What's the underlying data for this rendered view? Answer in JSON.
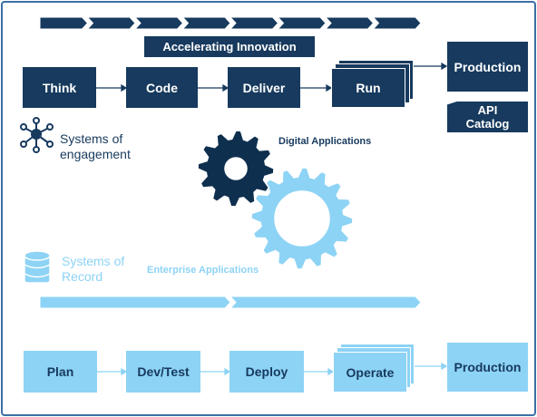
{
  "colors": {
    "dark": "#173a5e",
    "light": "#8dd3f5",
    "gear_dark": "#0f2f4f",
    "gear_light": "#8dd3f5",
    "frame": "#3b6fa5"
  },
  "top": {
    "banner_label": "Accelerating Innovation",
    "steps": [
      "Think",
      "Code",
      "Deliver",
      "Run"
    ],
    "production": "Production",
    "api_catalog": "API\nCatalog",
    "systems_label": "Systems of\nengagement",
    "systems_icon": "network-icon",
    "digital_apps": "Digital Applications"
  },
  "bottom": {
    "systems_label": "Systems of\nRecord",
    "systems_icon": "database-icon",
    "enterprise_apps": "Enterprise Applications",
    "steps": [
      "Plan",
      "Dev/Test",
      "Deploy",
      "Operate"
    ],
    "production": "Production"
  },
  "gears": {
    "dark": "gear-icon",
    "light": "gear-icon"
  }
}
